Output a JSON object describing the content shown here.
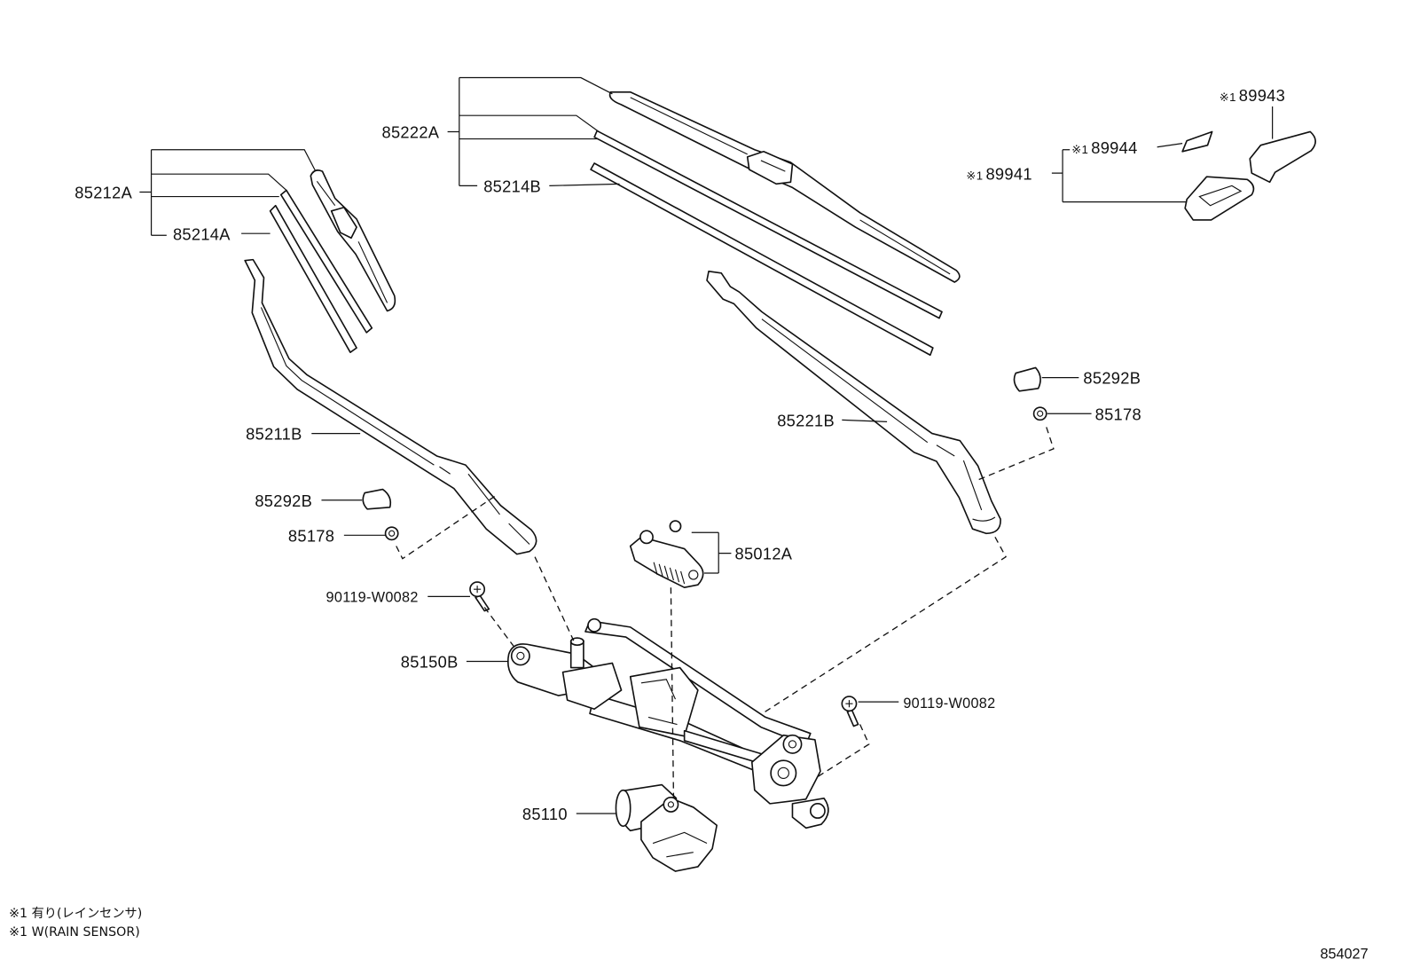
{
  "diagram": {
    "labels": {
      "blade_right": "85222A",
      "blade_left": "85212A",
      "rubber_left": "85214A",
      "rubber_right": "85214B",
      "sensor_cover": {
        "note": "※1",
        "part": "89943"
      },
      "sensor_pad": {
        "note": "※1",
        "part": "89944"
      },
      "sensor": {
        "note": "※1",
        "part": "89941"
      },
      "cap_right": "85292B",
      "nut_right": "85178",
      "arm_right": "85221B",
      "arm_left": "85211B",
      "cap_left": "85292B",
      "nut_left": "85178",
      "link_rod": "85012A",
      "bolt_left": "90119-W0082",
      "link_assy": "85150B",
      "bolt_right": "90119-W0082",
      "motor": "85110"
    },
    "footnotes": [
      "※1 有り(レインセンサ)",
      "※1 W(RAIN SENSOR)"
    ],
    "figure_number": "854027"
  }
}
